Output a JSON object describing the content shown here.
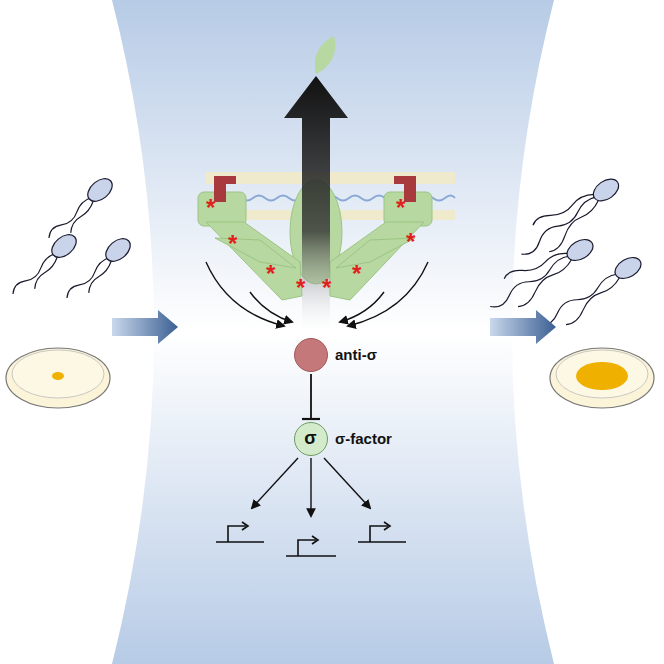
{
  "diagram": {
    "nodes": [
      {
        "text": [
          "anti-σ"
        ]
      },
      {
        "text": [
          "σ",
          "σ-factor"
        ]
      }
    ],
    "edges": [
      {
        "from": 0,
        "to": 1,
        "arrow": "to"
      }
    ],
    "labels": [
      "*",
      "*",
      "*",
      "*",
      "*",
      "*",
      "*",
      "*"
    ]
  }
}
